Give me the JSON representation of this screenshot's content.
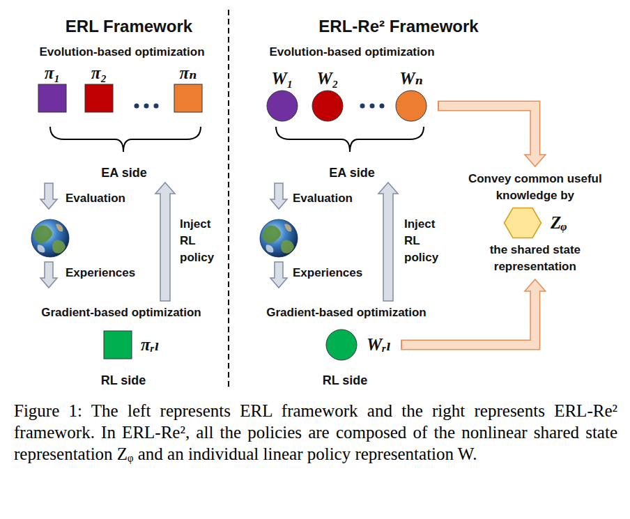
{
  "diagram": {
    "caption": "Figure 1: The left represents ERL framework and the right represents ERL-Re² framework. In ERL-Re², all the policies are composed of the nonlinear shared state representation Zᵩ and an individual linear policy representation W.",
    "nodes": [
      {
        "text": [
          "π₁"
        ]
      },
      {
        "text": [
          "π₂"
        ]
      },
      {
        "text": [
          "πₙ"
        ]
      },
      {
        "text": [
          "πᵣₗ"
        ]
      },
      {
        "text": [
          "W₁"
        ]
      },
      {
        "text": [
          "W₂"
        ]
      },
      {
        "text": [
          "Wₙ"
        ]
      },
      {
        "text": [
          "Convey common useful knowledge by",
          "Zᵩ",
          "the shared state representation"
        ]
      },
      {
        "text": [
          "Wᵣₗ"
        ]
      }
    ],
    "edges": [
      {
        "from": 6,
        "to": 7,
        "arrow": "to"
      },
      {
        "from": 8,
        "to": 7,
        "arrow": "to"
      }
    ],
    "labels": [
      "ERL Framework",
      "Evolution-based optimization",
      "EA side",
      "Evaluation",
      "Experiences",
      "Inject RL policy",
      "Gradient-based optimization",
      "RL side",
      "ERL-Re² Framework",
      "Evolution-based optimization",
      "EA side",
      "Evaluation",
      "Experiences",
      "Inject RL policy",
      "Gradient-based optimization",
      "RL side"
    ]
  }
}
